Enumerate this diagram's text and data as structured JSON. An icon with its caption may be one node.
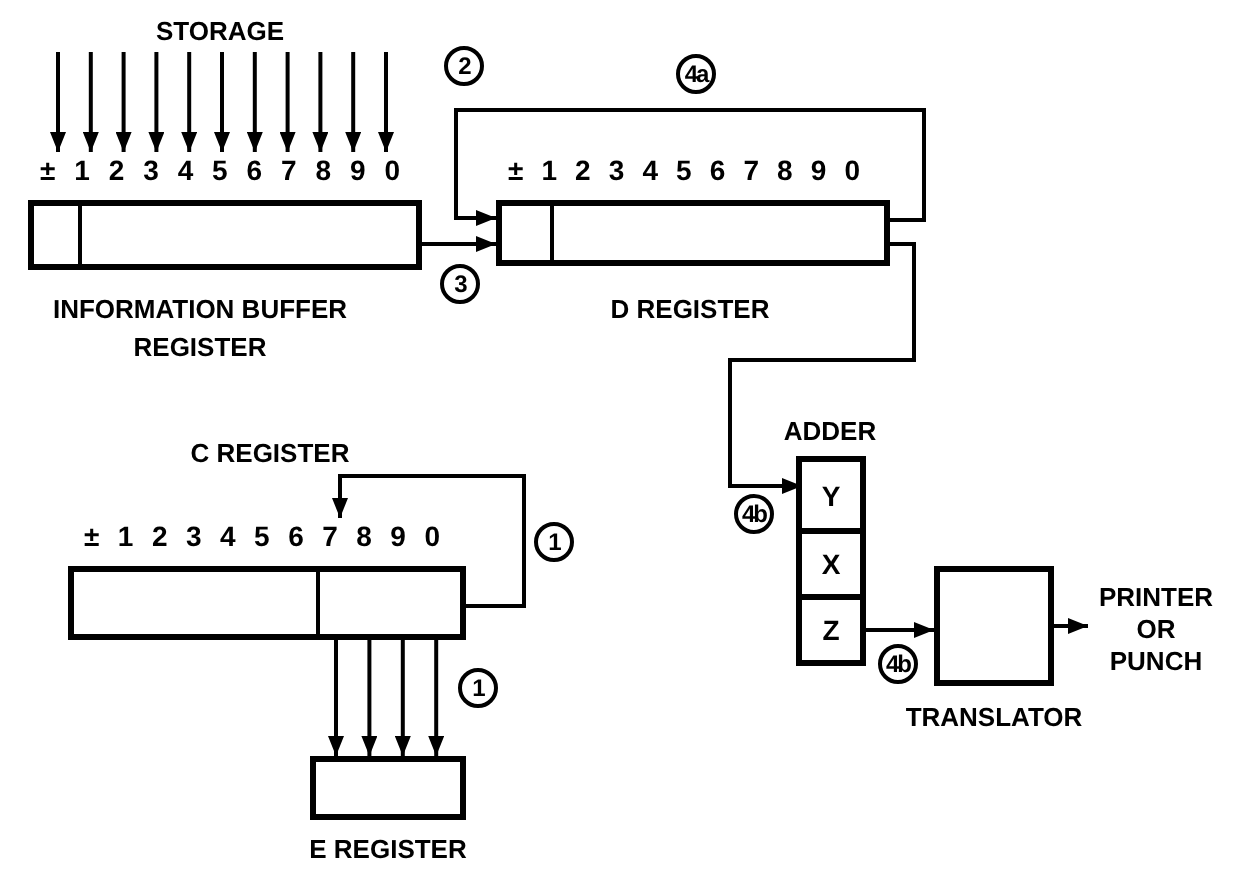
{
  "diagram": {
    "nodes": [
      {
        "text": [
          "STORAGE"
        ]
      },
      {
        "text": [
          "± 1 2 3 4 5 6 7 8 9 0"
        ],
        "beside": [
          "INFORMATION BUFFER REGISTER"
        ]
      },
      {
        "text": [
          "± 1 2 3 4 5 6 7 8 9 0"
        ],
        "beside": [
          "D REGISTER"
        ]
      },
      {
        "text": [],
        "shape": "box",
        "beside": [
          "ADDER"
        ]
      },
      {
        "text": [
          "Y"
        ],
        "in": 3
      },
      {
        "text": [
          "X"
        ],
        "in": 3
      },
      {
        "text": [
          "Z"
        ],
        "in": 3
      },
      {
        "text": [],
        "shape": "box",
        "beside": [
          "TRANSLATOR"
        ]
      },
      {
        "text": [
          "PRINTER OR PUNCH"
        ]
      },
      {
        "text": [
          "± 1 2 3 4 5 6 7 8 9 0"
        ],
        "beside": [
          "C REGISTER"
        ]
      },
      {
        "text": [],
        "shape": "box",
        "beside": [
          "E REGISTER"
        ]
      }
    ],
    "edges": [
      {
        "from": 0,
        "to": 1,
        "arrow": "to"
      },
      {
        "from": 0,
        "to": 1,
        "arrow": "to"
      },
      {
        "from": 0,
        "to": 1,
        "arrow": "to"
      },
      {
        "from": 0,
        "to": 1,
        "arrow": "to"
      },
      {
        "from": 0,
        "to": 1,
        "arrow": "to"
      },
      {
        "from": 0,
        "to": 1,
        "arrow": "to"
      },
      {
        "from": 0,
        "to": 1,
        "arrow": "to"
      },
      {
        "from": 0,
        "to": 1,
        "arrow": "to"
      },
      {
        "from": 0,
        "to": 1,
        "arrow": "to"
      },
      {
        "from": 0,
        "to": 1,
        "arrow": "to"
      },
      {
        "from": 0,
        "to": 1,
        "arrow": "to"
      },
      {
        "from": 1,
        "to": 2,
        "arrow": "to"
      },
      {
        "from": 2,
        "to": 2,
        "arrow": "to"
      },
      {
        "from": 2,
        "to": 4,
        "arrow": "to"
      },
      {
        "from": 6,
        "to": 7,
        "arrow": "to"
      },
      {
        "from": 7,
        "to": 8,
        "arrow": "to"
      },
      {
        "from": 9,
        "to": 9,
        "arrow": "to"
      },
      {
        "from": 9,
        "to": 10,
        "arrow": "to"
      },
      {
        "from": 9,
        "to": 10,
        "arrow": "to"
      },
      {
        "from": 9,
        "to": 10,
        "arrow": "to"
      },
      {
        "from": 9,
        "to": 10,
        "arrow": "to"
      }
    ],
    "labels": [
      "2",
      "4a",
      "3",
      "4b",
      "1",
      "4b",
      "1"
    ]
  }
}
